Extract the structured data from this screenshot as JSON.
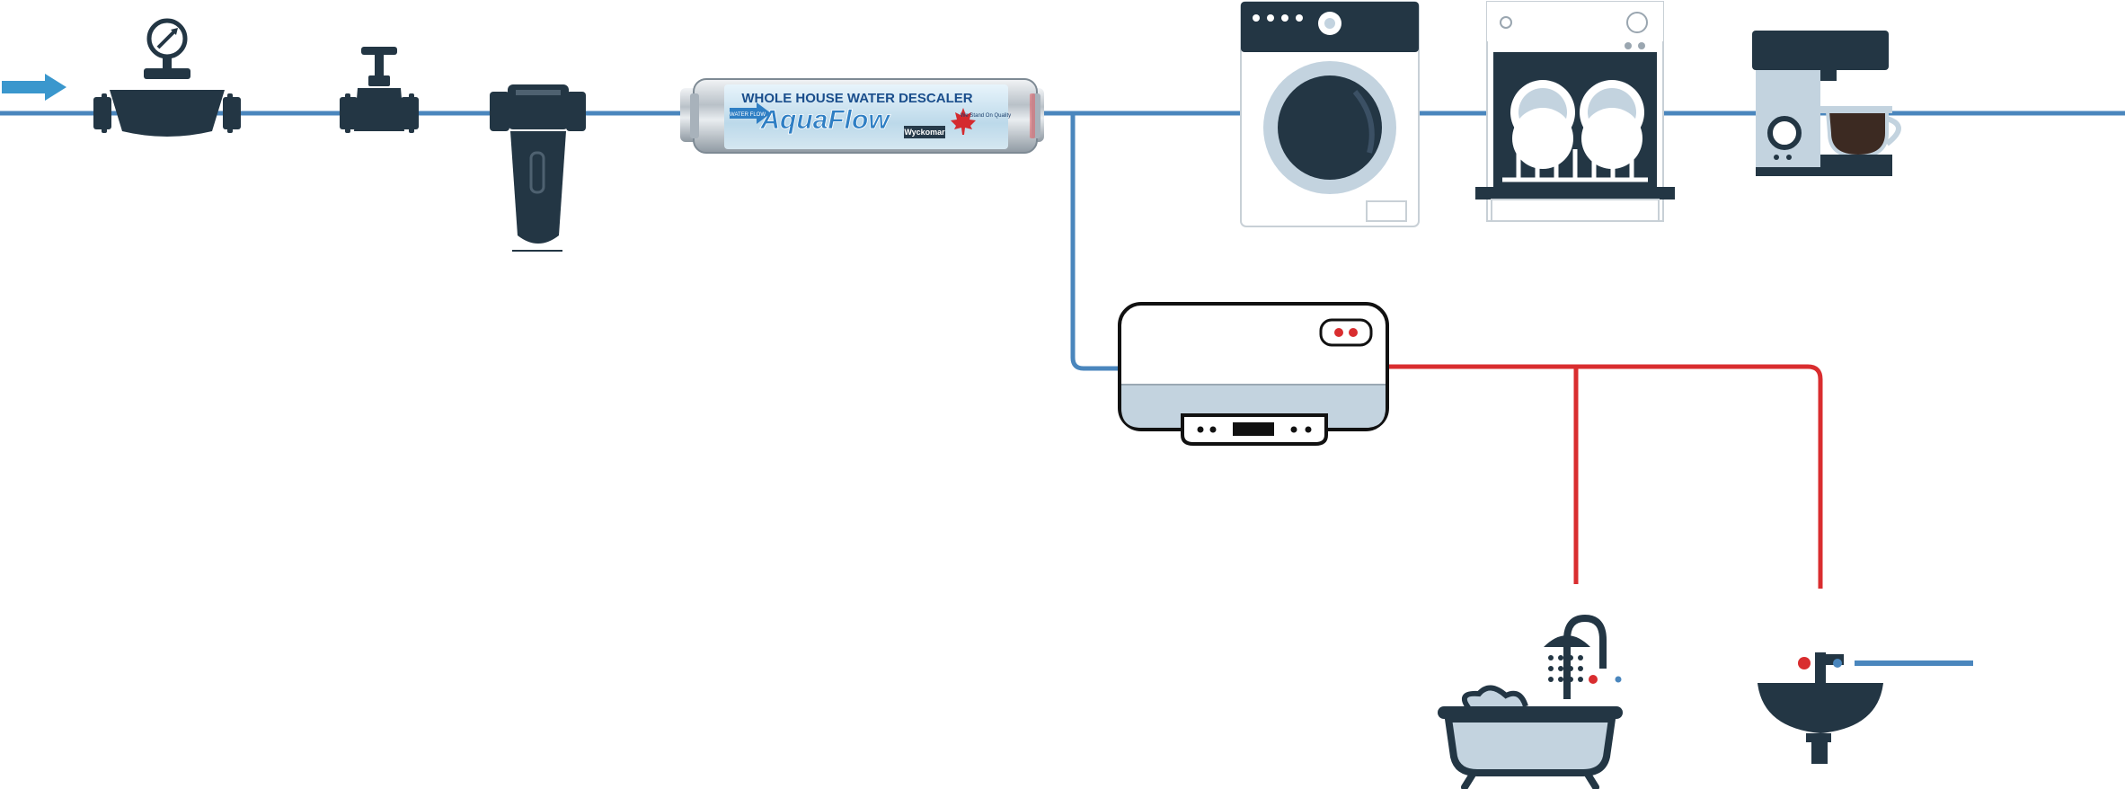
{
  "descaler": {
    "header": "WHOLE HOUSE WATER DESCALER",
    "brand": "AquaFlow",
    "maker": "Wyckomar",
    "badge": "We Stand On Quality",
    "flow_tag": "WATER FLOW"
  },
  "colors": {
    "cold_pipe": "#4a86bd",
    "hot_pipe": "#d92d2f",
    "appliance_dark": "#233644",
    "appliance_light": "#c3d3df",
    "arrow": "#3a97cd"
  },
  "icons": [
    "flow-arrow-icon",
    "water-meter-icon",
    "stop-valve-icon",
    "sediment-filter-icon",
    "descaler-icon",
    "washing-machine-icon",
    "dishwasher-icon",
    "coffee-machine-icon",
    "water-heater-icon",
    "bathtub-shower-icon",
    "sink-tap-icon"
  ]
}
